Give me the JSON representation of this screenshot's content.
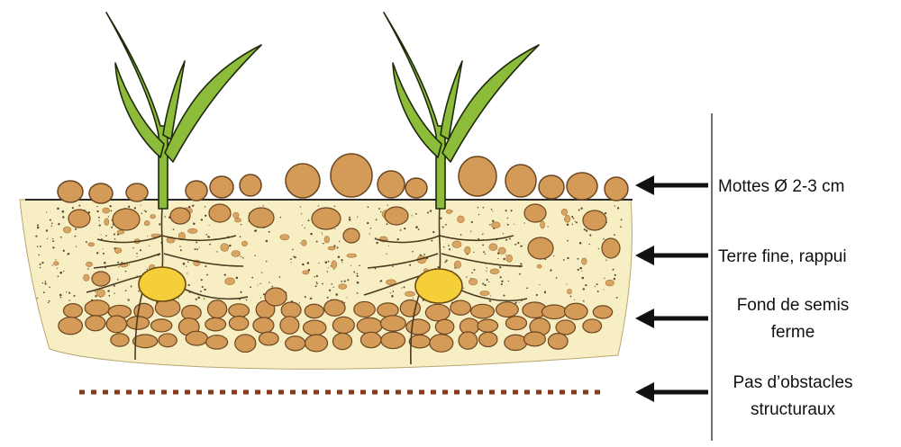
{
  "labels": {
    "mottes": "Mottes Ø 2-3 cm",
    "terre_fine": "Terre fine, rappui",
    "fond_line1": "Fond de semis",
    "fond_line2": "ferme",
    "pas_line1": "Pas d’obstacles",
    "pas_line2": "structuraux"
  },
  "colors": {
    "soil": "#f7efc3",
    "clod": "#d49a57",
    "clod_outline": "#6b4620",
    "leaf": "#8dbb3a",
    "seed": "#f5cf3a",
    "dotted_line": "#8a3a1e",
    "arrow": "#111111"
  },
  "icons": [
    "plant-icon",
    "seed-icon",
    "arrow-left-icon"
  ]
}
